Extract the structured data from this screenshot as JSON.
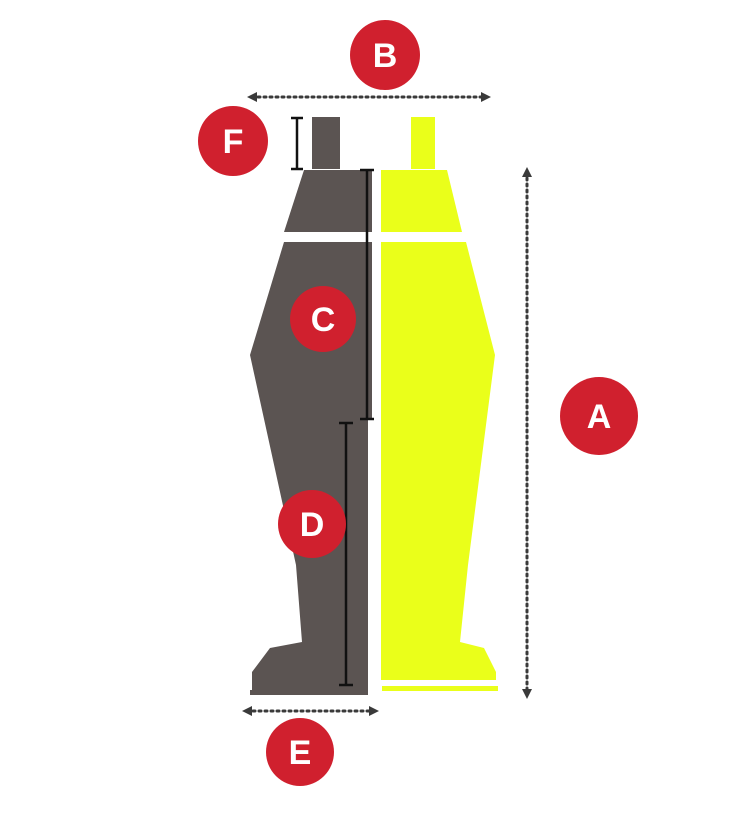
{
  "colors": {
    "background": "#ffffff",
    "left_leg": "#5b5452",
    "right_leg": "#eaff1a",
    "badge": "#d0202e",
    "badge_text": "#ffffff",
    "dimension_line": "#3a3a3a"
  },
  "labels": {
    "a": "A",
    "b": "B",
    "c": "C",
    "d": "D",
    "e": "E",
    "f": "F"
  }
}
